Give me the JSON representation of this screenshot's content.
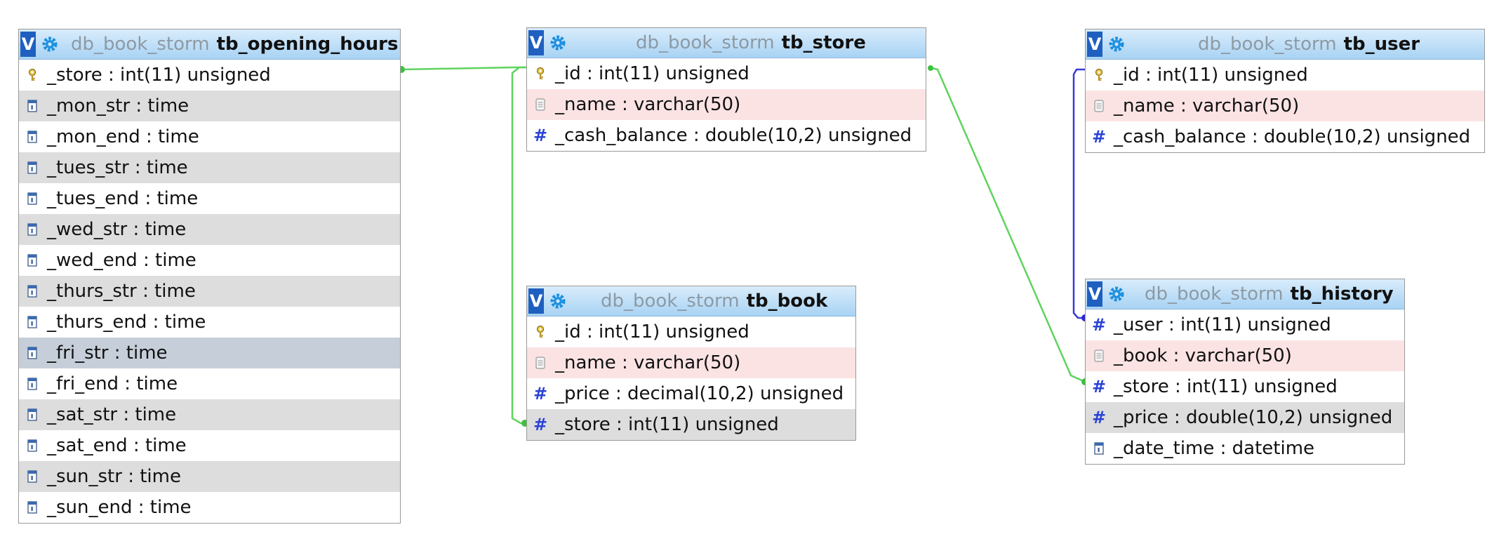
{
  "colors": {
    "header_top": "#d9ecfb",
    "header_bottom": "#a8d3f4",
    "v_button": "#1f5fbf",
    "row_alt": "#dddddd",
    "row_pink": "#fbe3e4",
    "row_selected": "#c6cfd9",
    "link_green": "#5fd35f",
    "link_blue": "#3a3ad8"
  },
  "tables": {
    "opening_hours": {
      "toggle": "V",
      "db": "db_book_storm",
      "name": "tb_opening_hours",
      "columns": [
        {
          "text": "_store : int(11) unsigned",
          "icon": "key-icon"
        },
        {
          "text": "_mon_str : time",
          "icon": "time-icon"
        },
        {
          "text": "_mon_end : time",
          "icon": "time-icon"
        },
        {
          "text": "_tues_str : time",
          "icon": "time-icon"
        },
        {
          "text": "_tues_end : time",
          "icon": "time-icon"
        },
        {
          "text": "_wed_str : time",
          "icon": "time-icon"
        },
        {
          "text": "_wed_end : time",
          "icon": "time-icon"
        },
        {
          "text": "_thurs_str : time",
          "icon": "time-icon"
        },
        {
          "text": "_thurs_end : time",
          "icon": "time-icon"
        },
        {
          "text": "_fri_str : time",
          "icon": "time-icon"
        },
        {
          "text": "_fri_end : time",
          "icon": "time-icon"
        },
        {
          "text": "_sat_str : time",
          "icon": "time-icon"
        },
        {
          "text": "_sat_end : time",
          "icon": "time-icon"
        },
        {
          "text": "_sun_str : time",
          "icon": "time-icon"
        },
        {
          "text": "_sun_end : time",
          "icon": "time-icon"
        }
      ]
    },
    "store": {
      "toggle": "V",
      "db": "db_book_storm",
      "name": "tb_store",
      "columns": [
        {
          "text": "_id : int(11) unsigned",
          "icon": "key-icon"
        },
        {
          "text": "_name : varchar(50)",
          "icon": "text-icon"
        },
        {
          "text": "_cash_balance : double(10,2) unsigned",
          "icon": "hash-icon"
        }
      ]
    },
    "book": {
      "toggle": "V",
      "db": "db_book_storm",
      "name": "tb_book",
      "columns": [
        {
          "text": "_id : int(11) unsigned",
          "icon": "key-icon"
        },
        {
          "text": "_name : varchar(50)",
          "icon": "text-icon"
        },
        {
          "text": "_price : decimal(10,2) unsigned",
          "icon": "hash-icon"
        },
        {
          "text": "_store : int(11) unsigned",
          "icon": "hash-icon"
        }
      ]
    },
    "user": {
      "toggle": "V",
      "db": "db_book_storm",
      "name": "tb_user",
      "columns": [
        {
          "text": "_id : int(11) unsigned",
          "icon": "key-icon"
        },
        {
          "text": "_name : varchar(50)",
          "icon": "text-icon"
        },
        {
          "text": "_cash_balance : double(10,2) unsigned",
          "icon": "hash-icon"
        }
      ]
    },
    "history": {
      "toggle": "V",
      "db": "db_book_storm",
      "name": "tb_history",
      "columns": [
        {
          "text": "_user : int(11) unsigned",
          "icon": "hash-icon"
        },
        {
          "text": "_book : varchar(50)",
          "icon": "text-icon"
        },
        {
          "text": "_store : int(11) unsigned",
          "icon": "hash-icon"
        },
        {
          "text": "_price : double(10,2) unsigned",
          "icon": "hash-icon"
        },
        {
          "text": "_date_time : datetime",
          "icon": "time-icon"
        }
      ]
    }
  }
}
